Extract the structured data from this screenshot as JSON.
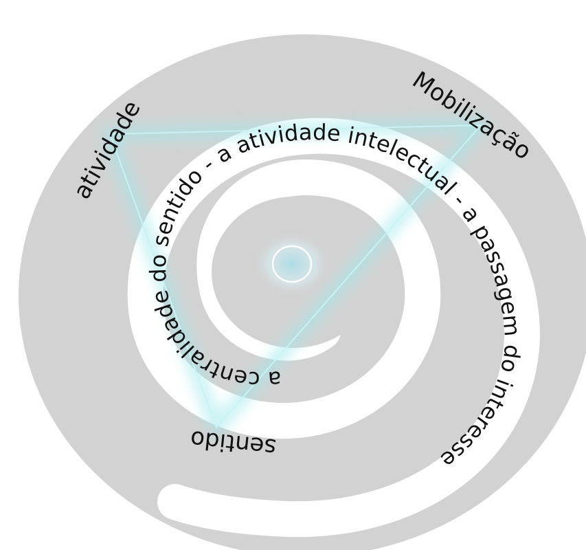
{
  "diagram": {
    "corners": {
      "top_left": "atividade",
      "top_right": "Mobilização",
      "bottom": "sentido"
    },
    "spiral_text": "a centralidade do sentido - a atividade intelectual - a passagem do interesse",
    "colors": {
      "background": "#ffffff",
      "disc": "#d2d2d2",
      "glow": "#9fe8ea",
      "text": "#111111"
    }
  }
}
